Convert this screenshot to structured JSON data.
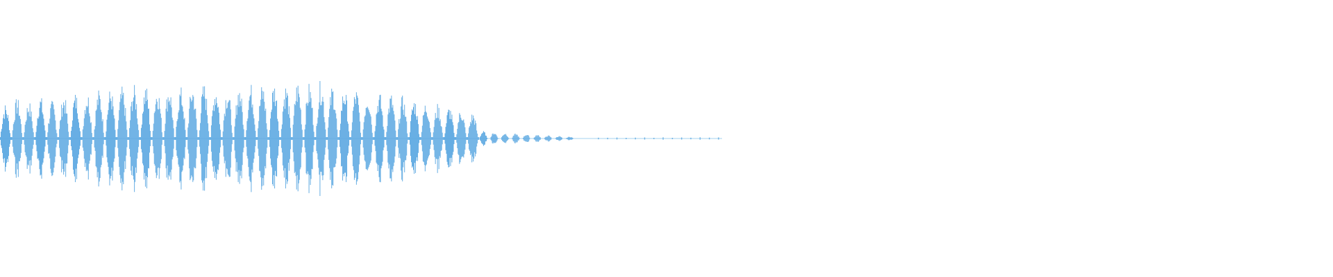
{
  "waveform": {
    "color": "#5DA9E1",
    "background": "#FFFFFF",
    "loud_section": [
      0.55,
      0.65,
      0.6,
      0.68,
      0.6,
      0.7,
      0.73,
      0.75,
      0.78,
      0.8,
      0.82,
      0.85,
      0.86,
      0.83,
      0.85,
      0.82,
      0.86,
      0.88,
      0.85,
      0.82,
      0.86,
      0.87,
      0.88,
      0.9,
      0.87,
      0.92,
      0.88,
      0.94,
      0.86,
      0.82,
      0.8,
      0.76,
      0.74,
      0.72,
      0.68,
      0.65,
      0.6,
      0.55,
      0.52,
      0.48,
      0.42
    ],
    "tail_section": [
      0.12,
      0.1,
      0.09,
      0.08,
      0.07,
      0.06,
      0.05,
      0.04,
      0.03
    ],
    "trailing_dots": 14
  }
}
